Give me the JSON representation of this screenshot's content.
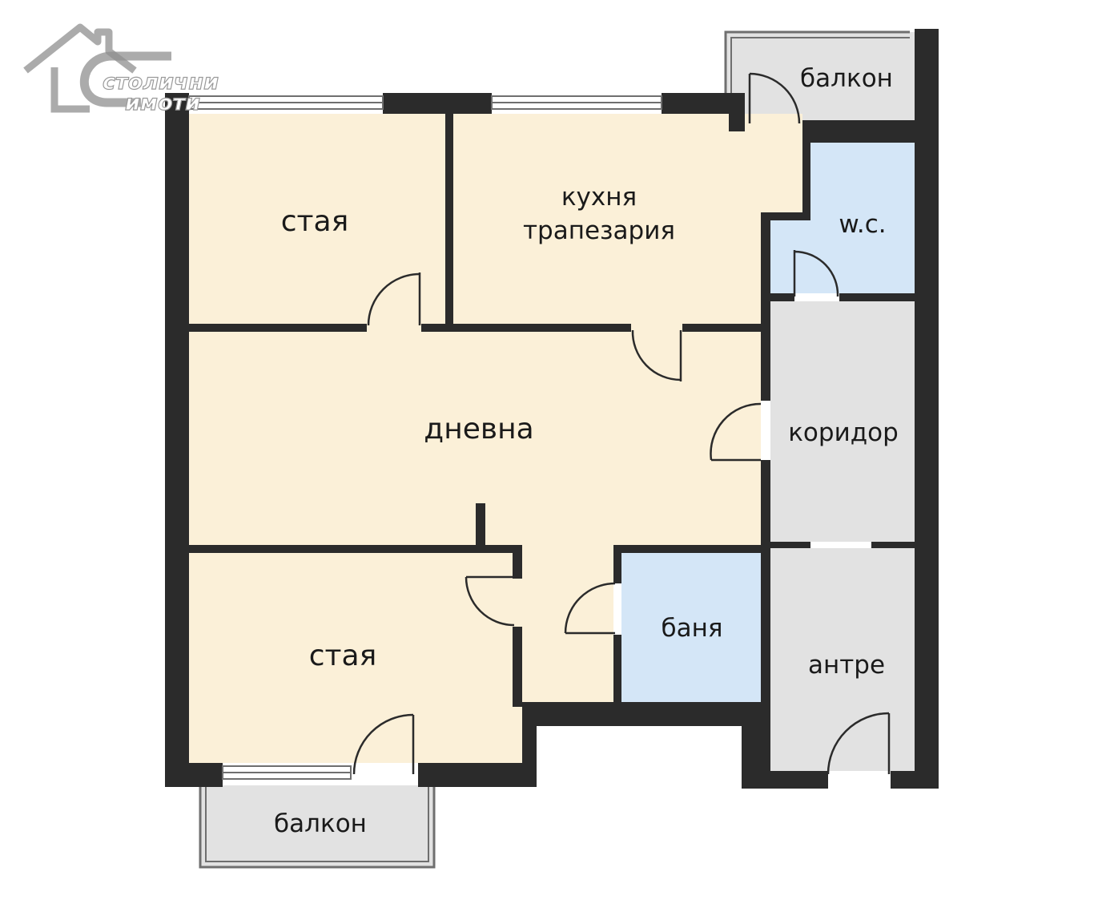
{
  "logo": {
    "line1": "столични",
    "line2": "имоти"
  },
  "rooms": {
    "room_top": "стая",
    "kitchen_line1": "кухня",
    "kitchen_line2": "трапезария",
    "wc": "w.c.",
    "balcony_top": "балкон",
    "living": "дневна",
    "corridor": "коридор",
    "bath": "баня",
    "room_bottom": "стая",
    "entrance": "антре",
    "balcony_bottom": "балкон"
  },
  "colors": {
    "wall": "#2b2b2b",
    "living_area": "#fbf0d8",
    "wet_area": "#d4e6f7",
    "service_area": "#e2e2e2",
    "background": "#ffffff"
  }
}
